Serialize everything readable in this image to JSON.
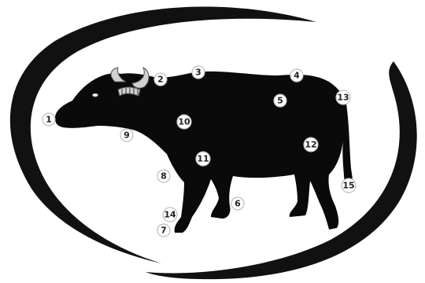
{
  "diagram": {
    "colors": {
      "background": "#ffffff",
      "silhouette": "#0a0a0a",
      "frame": "#111111",
      "horn": "#d0d0d0",
      "marker_fill": "#ffffff",
      "marker_stroke": "#bdbdbd",
      "marker_text": "#222222"
    },
    "markers": [
      {
        "id": "m1",
        "label": "1"
      },
      {
        "id": "m2",
        "label": "2"
      },
      {
        "id": "m3",
        "label": "3"
      },
      {
        "id": "m4",
        "label": "4"
      },
      {
        "id": "m5",
        "label": "5"
      },
      {
        "id": "m6",
        "label": "6"
      },
      {
        "id": "m7",
        "label": "7"
      },
      {
        "id": "m8",
        "label": "8"
      },
      {
        "id": "m9",
        "label": "9"
      },
      {
        "id": "m10",
        "label": "10"
      },
      {
        "id": "m11",
        "label": "11"
      },
      {
        "id": "m12",
        "label": "12"
      },
      {
        "id": "m13",
        "label": "13"
      },
      {
        "id": "m14",
        "label": "14"
      },
      {
        "id": "m15",
        "label": "15"
      }
    ]
  }
}
